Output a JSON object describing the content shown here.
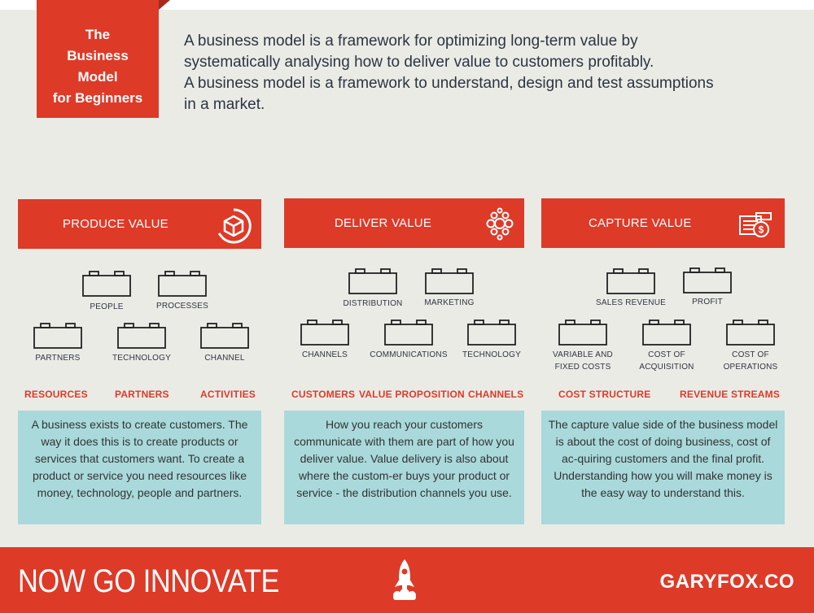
{
  "badge": {
    "title": "The\nBusiness\nModel\nfor Beginners"
  },
  "intro": {
    "line1": "A business model is a framework for optimizing long-term value by systematically analysing how to deliver value to customers profitably.",
    "line2": "A business model is a framework to understand, design and test assumptions in a market."
  },
  "columns": [
    {
      "title": "PRODUCE VALUE",
      "icon": "cube-icon",
      "blocks": [
        "PEOPLE",
        "PROCESSES",
        "PARTNERS",
        "TECHNOLOGY",
        "CHANNEL"
      ],
      "categories": [
        "RESOURCES",
        "PARTNERS",
        "ACTIVITIES"
      ],
      "description": "A business exists to create customers. The way it does this is to create products or services that customers want. To create a product or service you need resources like money, technology, people and partners."
    },
    {
      "title": "DELIVER VALUE",
      "icon": "network-icon",
      "blocks": [
        "DISTRIBUTION",
        "MARKETING",
        "CHANNELS",
        "COMMUNICATIONS",
        "TECHNOLOGY"
      ],
      "categories": [
        "CUSTOMERS",
        "VALUE PROPOSITION",
        "CHANNELS"
      ],
      "description": "How you reach your customers communicate with them are part of how you deliver value. Value delivery is also about where the custom-er buys your product or service - the distribution channels you use."
    },
    {
      "title": "CAPTURE VALUE",
      "icon": "money-icon",
      "blocks": [
        "SALES REVENUE",
        "PROFIT",
        "VARIABLE AND FIXED COSTS",
        "COST OF ACQUISITION",
        "COST OF OPERATIONS"
      ],
      "categories": [
        "COST STRUCTURE",
        "REVENUE STREAMS"
      ],
      "description": "The capture value side of the business model is about the cost of doing business, cost of ac-quiring customers and the final profit. Understanding how you will make money is the easy way to understand this."
    }
  ],
  "footer": {
    "left": "NOW GO INNOVATE",
    "right": "GARYFOX.CO",
    "icon": "rocket-icon"
  },
  "colors": {
    "accent": "#de3a28",
    "panel": "#a9d9db",
    "background": "#ebebe6",
    "text": "#2b3542"
  }
}
